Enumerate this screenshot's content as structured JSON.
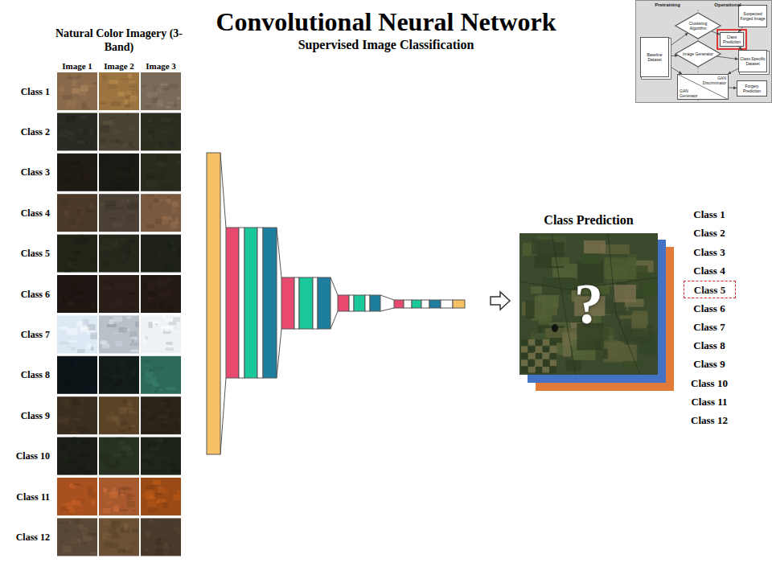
{
  "diagram": {
    "title": "Convolutional Neural Network",
    "nodes": [
      {
        "text": [
          "Class Prediction",
          "?"
        ]
      },
      {
        "text": [
          "Class 5"
        ]
      },
      {
        "text": [
          "Pretraining",
          "Operational"
        ]
      },
      {
        "text": [
          "Baseline Dataset"
        ],
        "in": 2
      },
      {
        "text": [
          "Clustering Algorithm"
        ],
        "in": 2
      },
      {
        "text": [
          "Image Generator"
        ],
        "in": 2
      },
      {
        "text": [
          "Suspected Forged Image"
        ],
        "in": 2
      },
      {
        "text": [
          "Class Prediction"
        ],
        "in": 2
      },
      {
        "text": [
          "Class-Specific Dataset"
        ],
        "in": 2
      },
      {
        "text": [
          "GAN Discriminator",
          "GAN Generator"
        ],
        "in": 2
      },
      {
        "text": [
          "Forgery Prediction"
        ],
        "in": 2
      }
    ],
    "edges": [
      {
        "from": 3,
        "to": 4,
        "arrow": "to"
      },
      {
        "from": 3,
        "to": 5,
        "arrow": "to"
      },
      {
        "from": 4,
        "to": 7,
        "arrow": "to"
      },
      {
        "from": 5,
        "to": 8,
        "arrow": "to"
      },
      {
        "from": 6,
        "to": 7,
        "arrow": "to"
      },
      {
        "from": 7,
        "to": 8,
        "arrow": "to"
      },
      {
        "from": 3,
        "to": 9,
        "arrow": "to"
      },
      {
        "from": 8,
        "to": 9,
        "arrow": "to"
      },
      {
        "from": 9,
        "to": 10,
        "arrow": "to"
      }
    ],
    "labels": [
      "Supervised Image Classification",
      "Natural Color Imagery (3-Band)",
      "Image 1",
      "Image 2",
      "Image 3",
      "Class 1",
      "Class 2",
      "Class 3",
      "Class 4",
      "Class 5",
      "Class 6",
      "Class 7",
      "Class 8",
      "Class 9",
      "Class 10",
      "Class 11",
      "Class 12",
      "Class 1",
      "Class 2",
      "Class 3",
      "Class 4",
      "Class 6",
      "Class 7",
      "Class 8",
      "Class 9",
      "Class 10",
      "Class 11",
      "Class 12"
    ]
  }
}
